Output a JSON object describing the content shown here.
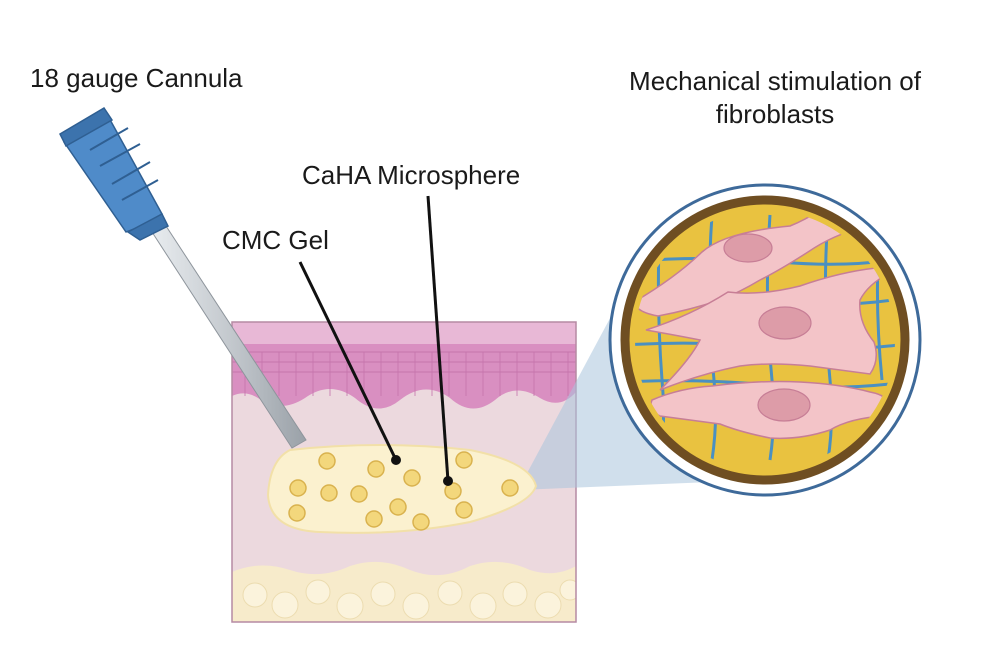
{
  "labels": {
    "cannula": "18 gauge Cannula",
    "caha": "CaHA Microsphere",
    "cmc": "CMC Gel",
    "mechanical_line1": "Mechanical stimulation of",
    "mechanical_line2": "fibroblasts"
  },
  "colors": {
    "needle_hub": "#4f8bc9",
    "needle_shaft": "#c7ccd1",
    "epidermis": "#d98fc1",
    "dermis": "#ecd9de",
    "gel": "#fbf1cf",
    "microsphere": "#f3d77c",
    "fat": "#f7ebcb",
    "zoom_ring": "#3e6a9a",
    "zoom_fill": "#e9c240",
    "fibroblast": "#f3c4c8",
    "mesh": "#4a90c2"
  }
}
